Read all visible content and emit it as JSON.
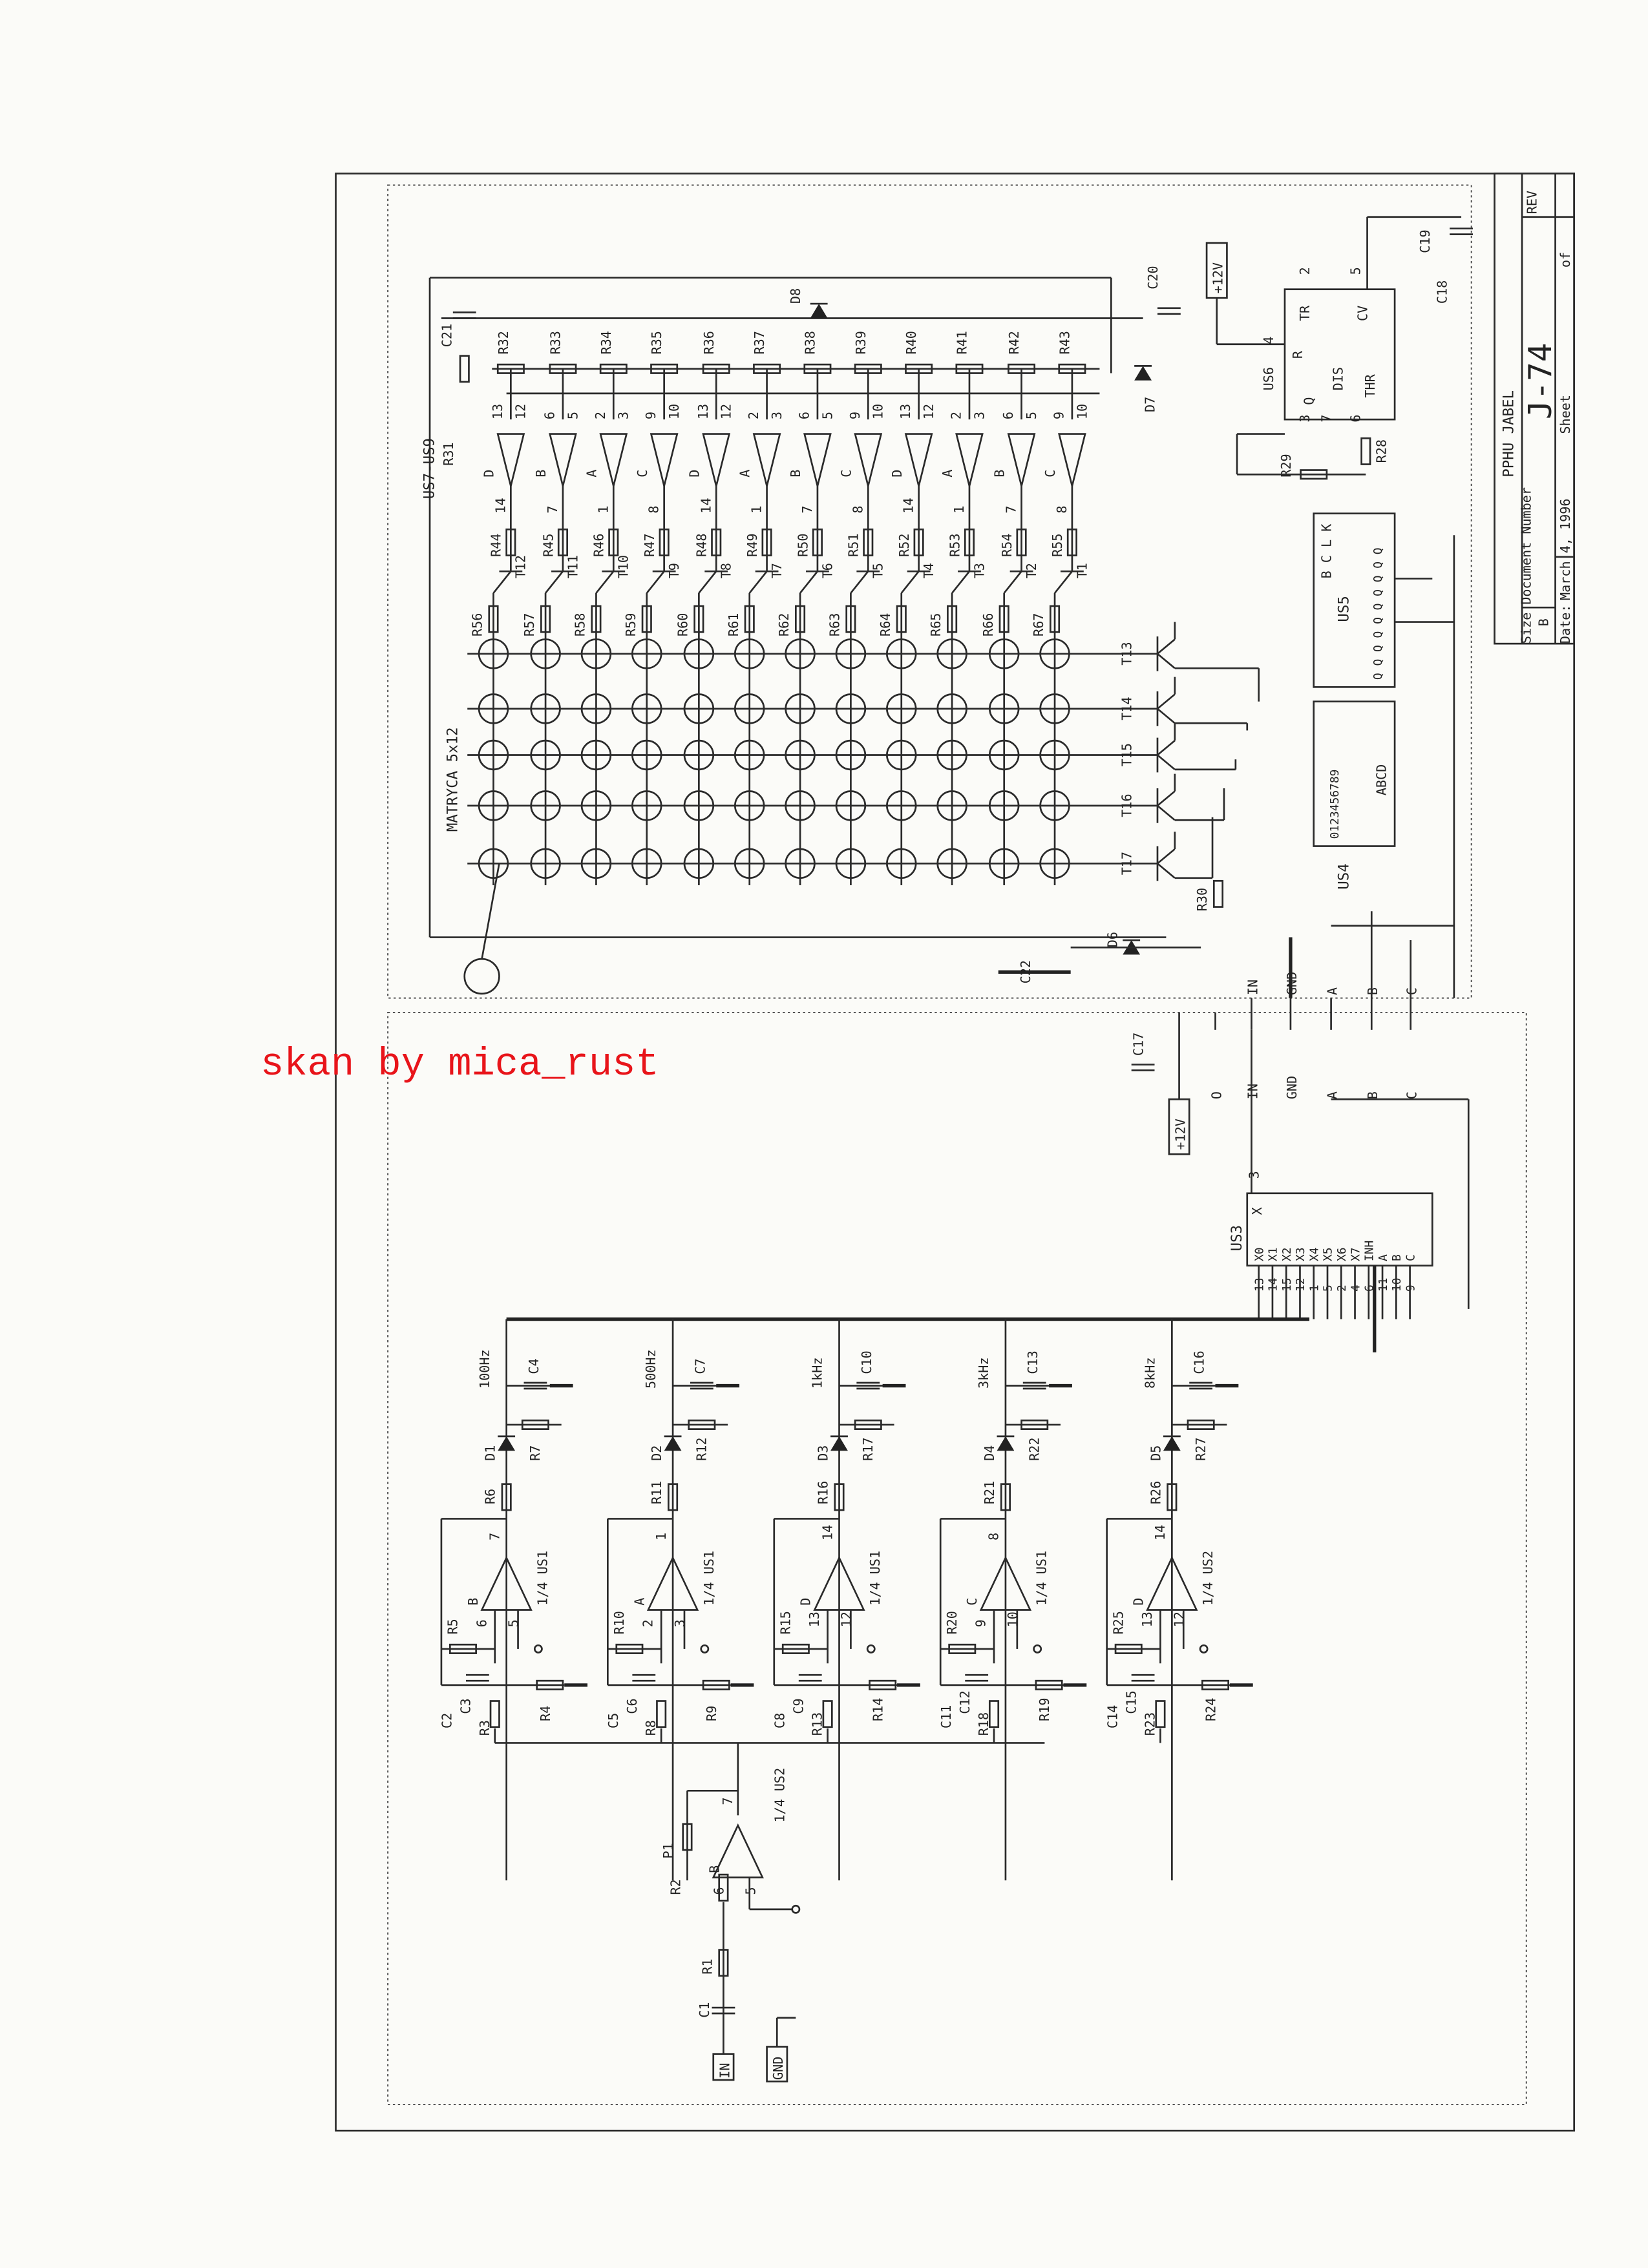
{
  "title_block": {
    "company": "PPHU JABEL",
    "size_label": "Size",
    "size": "B",
    "doc_label": "Document Number",
    "doc": "J-74",
    "rev_label": "REV",
    "date_label": "Date:",
    "date": "March 4, 1996",
    "sheet_label": "Sheet",
    "of_label": "of"
  },
  "watermark": "skan by mica_rust",
  "matrix": {
    "label": "MATRYCA 5x12",
    "opamp_label": "US7-US9",
    "top_resistors": [
      "R32",
      "R33",
      "R34",
      "R35",
      "R36",
      "R37",
      "R38",
      "R39",
      "R40",
      "R41",
      "R42",
      "R43"
    ],
    "opamp_units": [
      "D",
      "B",
      "A",
      "C",
      "D",
      "A",
      "B",
      "C",
      "D",
      "A",
      "B",
      "C"
    ],
    "opamp_in_pins": [
      [
        "13",
        "12"
      ],
      [
        "6",
        "5"
      ],
      [
        "2",
        "3"
      ],
      [
        "9",
        "10"
      ],
      [
        "13",
        "12"
      ],
      [
        "2",
        "3"
      ],
      [
        "6",
        "5"
      ],
      [
        "9",
        "10"
      ],
      [
        "13",
        "12"
      ],
      [
        "2",
        "3"
      ],
      [
        "6",
        "5"
      ],
      [
        "9",
        "10"
      ]
    ],
    "opamp_out_pins": [
      "14",
      "7",
      "1",
      "8",
      "14",
      "1",
      "7",
      "8",
      "14",
      "1",
      "7",
      "8"
    ],
    "base_resistors": [
      "R44",
      "R45",
      "R46",
      "R47",
      "R48",
      "R49",
      "R50",
      "R51",
      "R52",
      "R53",
      "R54",
      "R55"
    ],
    "column_transistors": [
      "T12",
      "T11",
      "T10",
      "T9",
      "T8",
      "T7",
      "T6",
      "T5",
      "T4",
      "T3",
      "T2",
      "T1"
    ],
    "column_resistors": [
      "R56",
      "R57",
      "R58",
      "R59",
      "R60",
      "R61",
      "R62",
      "R63",
      "R64",
      "R65",
      "R66",
      "R67"
    ],
    "row_transistors": [
      "T13",
      "T14",
      "T15",
      "T16",
      "T17"
    ]
  },
  "top_parts": {
    "r31": "R31",
    "c21": "C21",
    "c20": "C20",
    "d8": "D8",
    "d7": "D7",
    "d6": "D6",
    "r30": "R30",
    "c22": "C22",
    "vcc": "+12V"
  },
  "us6": {
    "name": "US6",
    "pins": [
      "TR",
      "CV",
      "R",
      "Q",
      "DIS",
      "THR"
    ],
    "pin_nums": [
      "2",
      "5",
      "4",
      "3",
      "7",
      "6"
    ],
    "r29": "R29",
    "r28": "R28",
    "c19": "C19",
    "c18": "C18"
  },
  "us5": {
    "name": "US5",
    "pins": "B C L K",
    "outs": "Q Q Q Q Q Q Q Q Q Q"
  },
  "us4": {
    "name": "US4",
    "pins": "ABCD",
    "outs": "0123456789"
  },
  "connectors_top": [
    "IN",
    "GND",
    "A",
    "B",
    "C"
  ],
  "connectors_bottom": [
    "+12V",
    "O",
    "IN",
    "GND",
    "A",
    "B",
    "C"
  ],
  "c17": "C17",
  "us3": {
    "name": "US3",
    "out": "X",
    "inputs": [
      "X0",
      "X1",
      "X2",
      "X3",
      "X4",
      "X5",
      "X6",
      "X7",
      "INH",
      "A",
      "B",
      "C"
    ],
    "in_pins": [
      "13",
      "14",
      "15",
      "12",
      "1",
      "5",
      "2",
      "4",
      "6",
      "11",
      "10",
      "9"
    ],
    "out_pin": "3"
  },
  "filters": [
    {
      "freq": "100Hz",
      "c_top": "C4",
      "r_top": "R7",
      "diode": "D1",
      "r_out": "R6",
      "opamp": "1/4 US1",
      "unit": "B",
      "pins": [
        "7",
        "6",
        "5"
      ],
      "r_fb": "R5",
      "c_a": "C3",
      "c_b": "C2",
      "r_a": "R3",
      "r_b": "R4"
    },
    {
      "freq": "500Hz",
      "c_top": "C7",
      "r_top": "R12",
      "diode": "D2",
      "r_out": "R11",
      "opamp": "1/4 US1",
      "unit": "A",
      "pins": [
        "1",
        "2",
        "3"
      ],
      "r_fb": "R10",
      "c_a": "C6",
      "c_b": "C5",
      "r_a": "R8",
      "r_b": "R9"
    },
    {
      "freq": "1kHz",
      "c_top": "C10",
      "r_top": "R17",
      "diode": "D3",
      "r_out": "R16",
      "opamp": "1/4 US1",
      "unit": "D",
      "pins": [
        "14",
        "13",
        "12"
      ],
      "r_fb": "R15",
      "c_a": "C9",
      "c_b": "C8",
      "r_a": "R13",
      "r_b": "R14"
    },
    {
      "freq": "3kHz",
      "c_top": "C13",
      "r_top": "R22",
      "diode": "D4",
      "r_out": "R21",
      "opamp": "1/4 US1",
      "unit": "C",
      "pins": [
        "8",
        "9",
        "10"
      ],
      "r_fb": "R20",
      "c_a": "C12",
      "c_b": "C11",
      "r_a": "R18",
      "r_b": "R19"
    },
    {
      "freq": "8kHz",
      "c_top": "C16",
      "r_top": "R27",
      "diode": "D5",
      "r_out": "R26",
      "opamp": "1/4 US2",
      "unit": "D",
      "pins": [
        "14",
        "13",
        "12"
      ],
      "r_fb": "R25",
      "c_a": "C15",
      "c_b": "C14",
      "r_a": "R23",
      "r_b": "R24"
    }
  ],
  "mixer": {
    "p1": "P1",
    "r2": "R2",
    "r1": "R1",
    "c1": "C1",
    "opamp": "1/4 US2",
    "unit": "B",
    "pins": [
      "7",
      "6",
      "5"
    ],
    "in": "IN",
    "gnd": "GND",
    "ref": "O"
  }
}
